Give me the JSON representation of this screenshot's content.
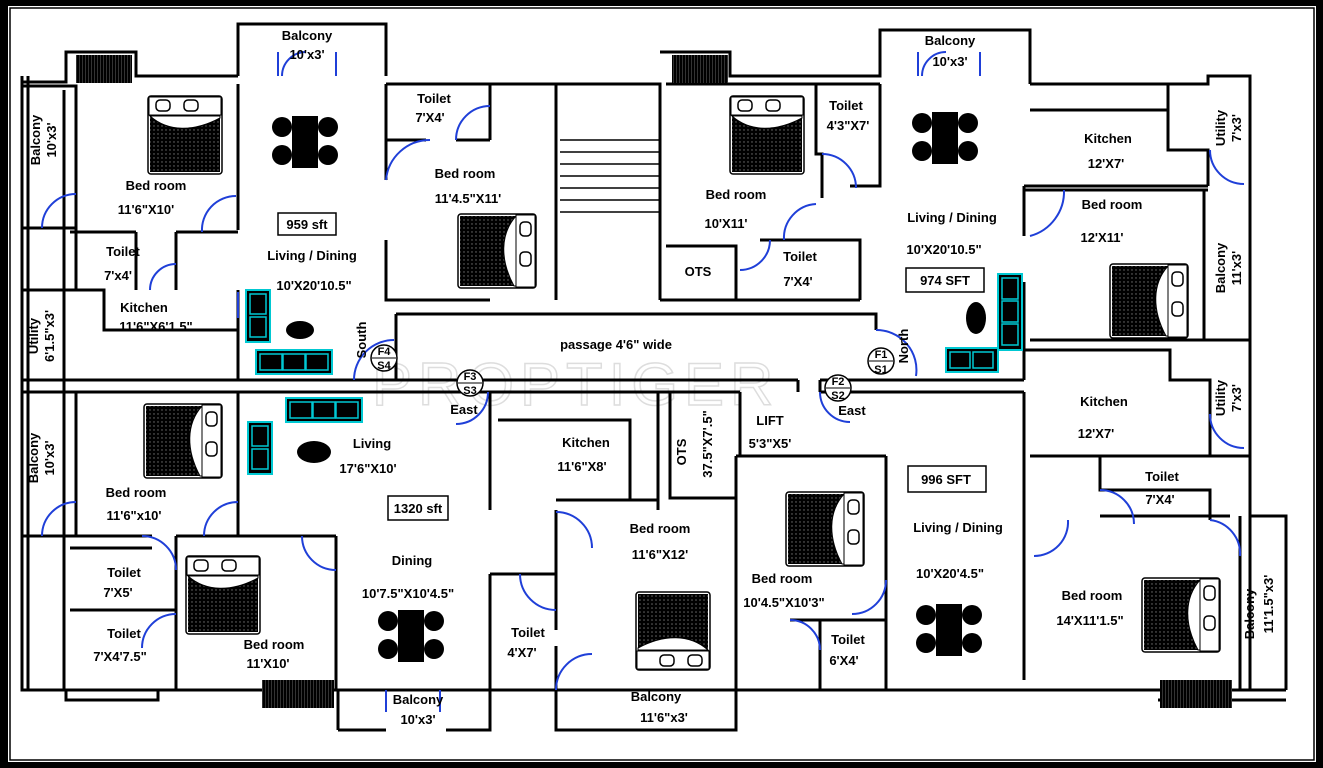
{
  "watermark": "PROPTIGER",
  "labels": {
    "balcony_top_left": "Balcony",
    "balcony_top_left_size": "10'x3'",
    "balcony_top_right": "Balcony",
    "balcony_top_right_size": "10'x3'",
    "balcony_left_1": "Balcony",
    "balcony_left_1_size": "10'x3'",
    "balcony_left_2": "Balcony",
    "balcony_left_2_size": "10'x3'",
    "balcony_right_1": "Balcony",
    "balcony_right_1_size": "11'x3'",
    "balcony_right_2": "Balcony",
    "balcony_right_2_size": "11'1.5\"x3'",
    "balcony_bottom_left": "Balcony",
    "balcony_bottom_left_size": "10'x3'",
    "balcony_bottom_mid": "Balcony",
    "balcony_bottom_mid_size": "11'6\"x3'",
    "utility_left": "Utility",
    "utility_left_size": "6'1.5\"x3'",
    "utility_right_1": "Utility",
    "utility_right_1_size": "7'x3'",
    "utility_right_2": "Utility",
    "utility_right_2_size": "7'x3'",
    "f4_bed1": "Bed room",
    "f4_bed1_size": "11'6\"X10'",
    "f4_toilet1": "Toilet",
    "f4_toilet1_size": "7'x4'",
    "f4_kitchen": "Kitchen",
    "f4_kitchen_size": "11'6\"X6'1.5\"",
    "f4_area": "959 sft",
    "f4_living": "Living / Dining",
    "f4_living_size": "10'X20'10.5\"",
    "f4_toilet2": "Toilet",
    "f4_toilet2_size": "7'X4'",
    "f4_bed2": "Bed room",
    "f4_bed2_size": "11'4.5\"X11'",
    "f4_facing": "South",
    "f1_bed1": "Bed room",
    "f1_bed1_size": "10'X11'",
    "f1_toilet1": "Toilet",
    "f1_toilet1_size": "4'3\"X7'",
    "f1_toilet2": "Toilet",
    "f1_toilet2_size": "7'X4'",
    "f1_ots": "OTS",
    "f1_kitchen": "Kitchen",
    "f1_kitchen_size": "12'X7'",
    "f1_living": "Living / Dining",
    "f1_living_size": "10'X20'10.5\"",
    "f1_area": "974 SFT",
    "f1_bed2": "Bed room",
    "f1_bed2_size": "12'X11'",
    "f1_facing": "North",
    "passage": "passage 4'6\" wide",
    "f3_living": "Living",
    "f3_living_size": "17'6\"X10'",
    "f3_bed1": "Bed room",
    "f3_bed1_size": "11'6\"x10'",
    "f3_toilet1": "Toilet",
    "f3_toilet1_size": "7'X5'",
    "f3_toilet2": "Toilet",
    "f3_toilet2_size": "7'X4'7.5\"",
    "f3_bed2": "Bed room",
    "f3_bed2_size": "11'X10'",
    "f3_area": "1320 sft",
    "f3_dining": "Dining",
    "f3_dining_size": "10'7.5\"X10'4.5\"",
    "f3_kitchen": "Kitchen",
    "f3_kitchen_size": "11'6\"X8'",
    "f3_facing": "East",
    "f3_bed3": "Bed room",
    "f3_bed3_size": "11'6\"X12'",
    "f3_toilet3": "Toilet",
    "f3_toilet3_size": "4'X7'",
    "ots2": "OTS",
    "ots2_size": "37.5\"X7'.5\"",
    "lift": "LIFT",
    "lift_size": "5'3\"X5'",
    "f2_facing": "East",
    "f2_kitchen": "Kitchen",
    "f2_kitchen_size": "12'X7'",
    "f2_area": "996 SFT",
    "f2_living": "Living / Dining",
    "f2_living_size": "10'X20'4.5\"",
    "f2_bed1": "Bed room",
    "f2_bed1_size": "10'4.5\"X10'3\"",
    "f2_toilet1": "Toilet",
    "f2_toilet1_size": "6'X4'",
    "f2_toilet2": "Toilet",
    "f2_toilet2_size": "7'X4'",
    "f2_bed2": "Bed room",
    "f2_bed2_size": "14'X11'1.5\""
  },
  "flat_tags": {
    "f4_top": "F4",
    "f4_bottom": "S4",
    "f3_top": "F3",
    "f3_bottom": "S3",
    "f1_top": "F1",
    "f1_bottom": "S1",
    "f2_top": "F2",
    "f2_bottom": "S2"
  },
  "colors": {
    "background": "#000000",
    "paper": "#ffffff",
    "wall": "#000000",
    "door": "#1f3fd8",
    "sofa": "#00c8d2"
  }
}
